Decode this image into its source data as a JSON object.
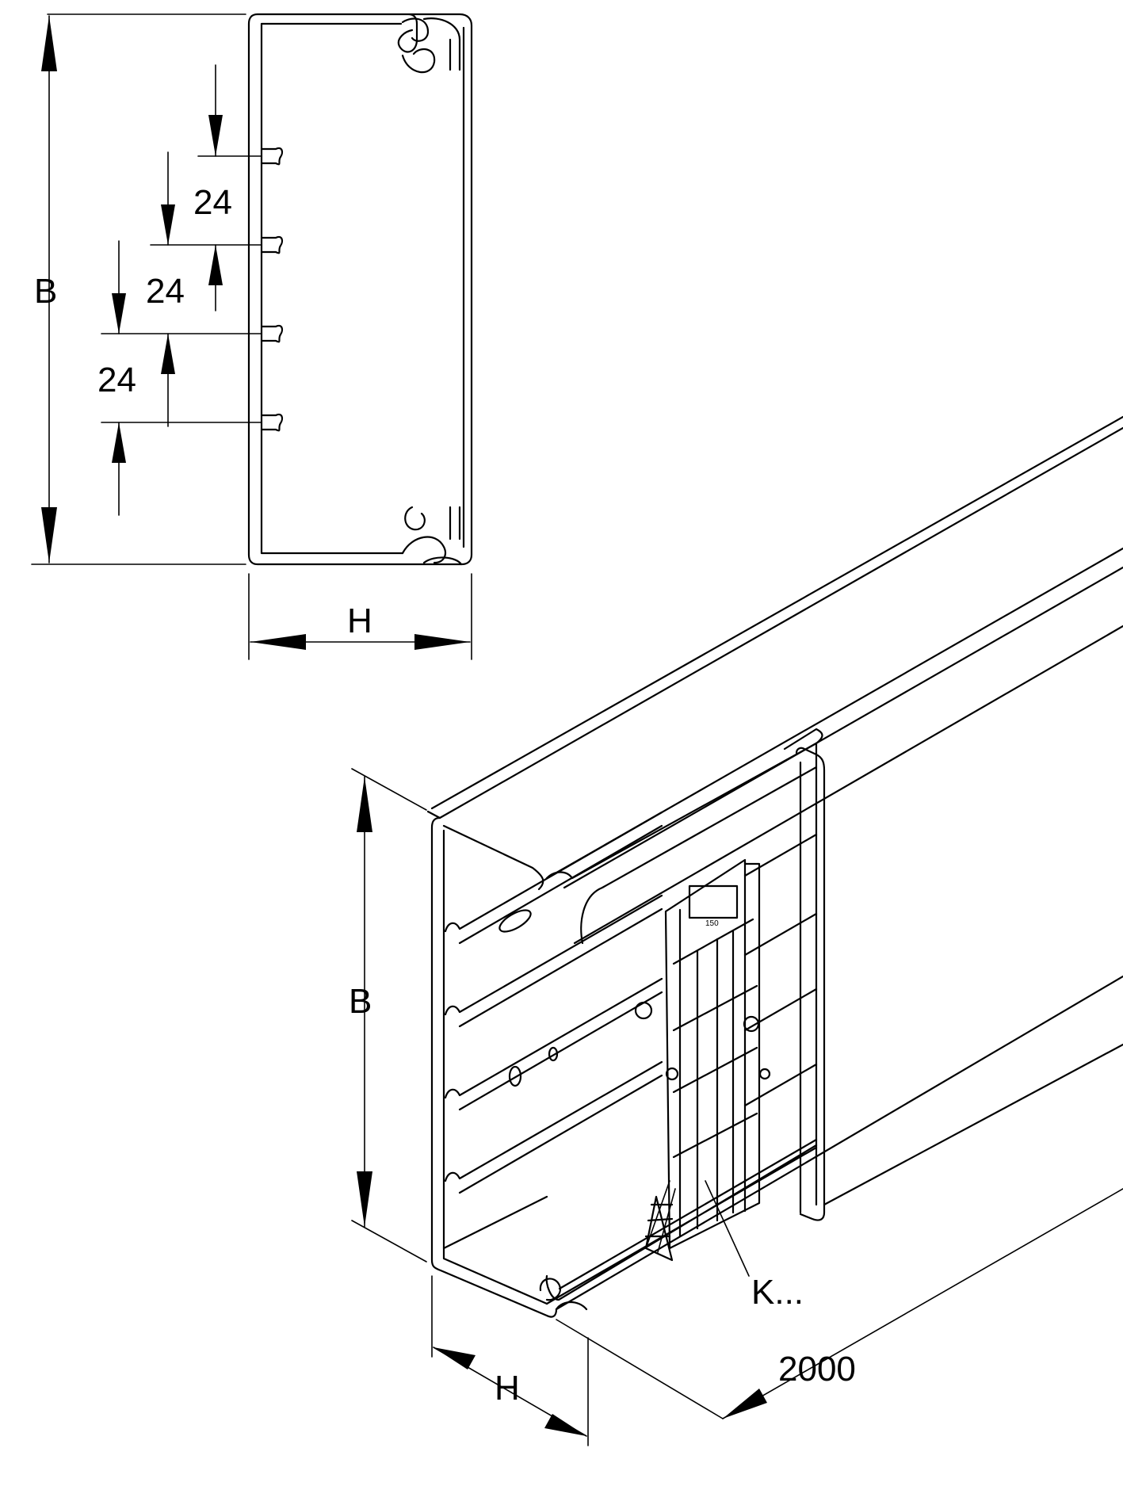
{
  "cross_section": {
    "dim_width_label": "B",
    "dim_height_label": "H",
    "pitch_labels": [
      "24",
      "24",
      "24"
    ]
  },
  "isometric": {
    "dim_width_label": "B",
    "dim_height_label": "H",
    "dim_length_label": "2000",
    "part_label": "K...",
    "bracket_marking": "150"
  },
  "colors": {
    "line": "#000000",
    "background": "#ffffff"
  }
}
